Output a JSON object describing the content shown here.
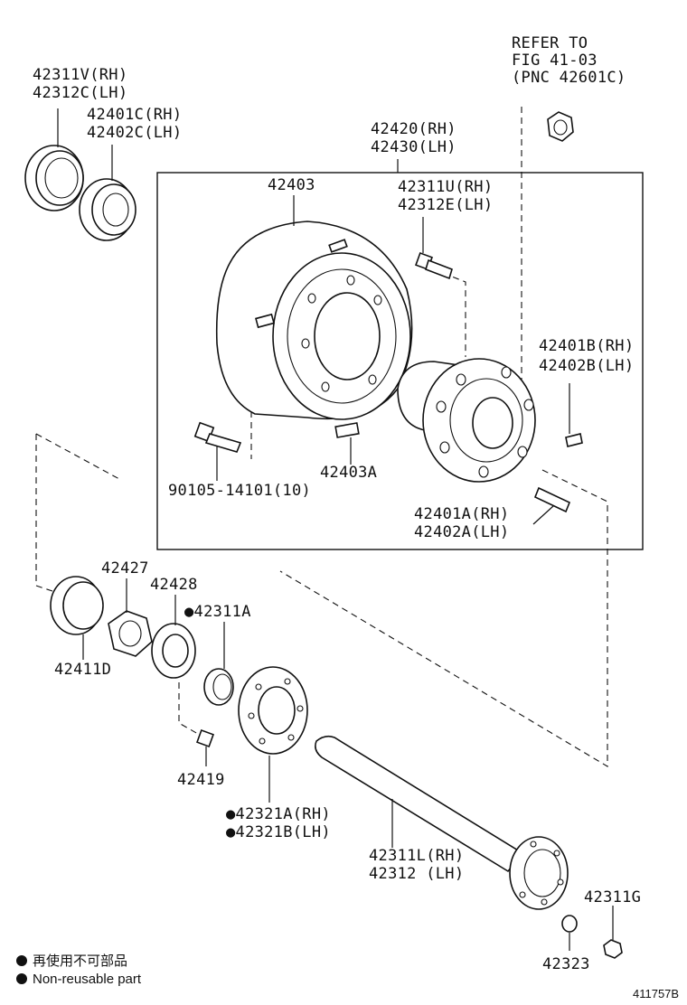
{
  "refer": {
    "line1": "REFER TO",
    "line2": "FIG 41-03",
    "line3": "(PNC 42601C)"
  },
  "parts": {
    "p42311V": "42311V(RH)",
    "p42312C": "42312C(LH)",
    "p42401C": "42401C(RH)",
    "p42402C": "42402C(LH)",
    "p42420": "42420(RH)",
    "p42430": "42430(LH)",
    "p42403": "42403",
    "p42311U": "42311U(RH)",
    "p42312E": "42312E(LH)",
    "p42401B": "42401B(RH)",
    "p42402B": "42402B(LH)",
    "p90105": "90105-14101(10)",
    "p42403A": "42403A",
    "p42401A": "42401A(RH)",
    "p42402A": "42402A(LH)",
    "p42427": "42427",
    "p42428": "42428",
    "p42311A": "●42311A",
    "p42411D": "42411D",
    "p42419": "42419",
    "p42321A": "●42321A(RH)",
    "p42321B": "●42321B(LH)",
    "p42311L": "42311L(RH)",
    "p42312": "42312  (LH)",
    "p42311G": "42311G",
    "p42323": "42323"
  },
  "legend": {
    "jp": "再使用不可部品",
    "en": "Non-reusable part"
  },
  "diagram_code": "411757B"
}
